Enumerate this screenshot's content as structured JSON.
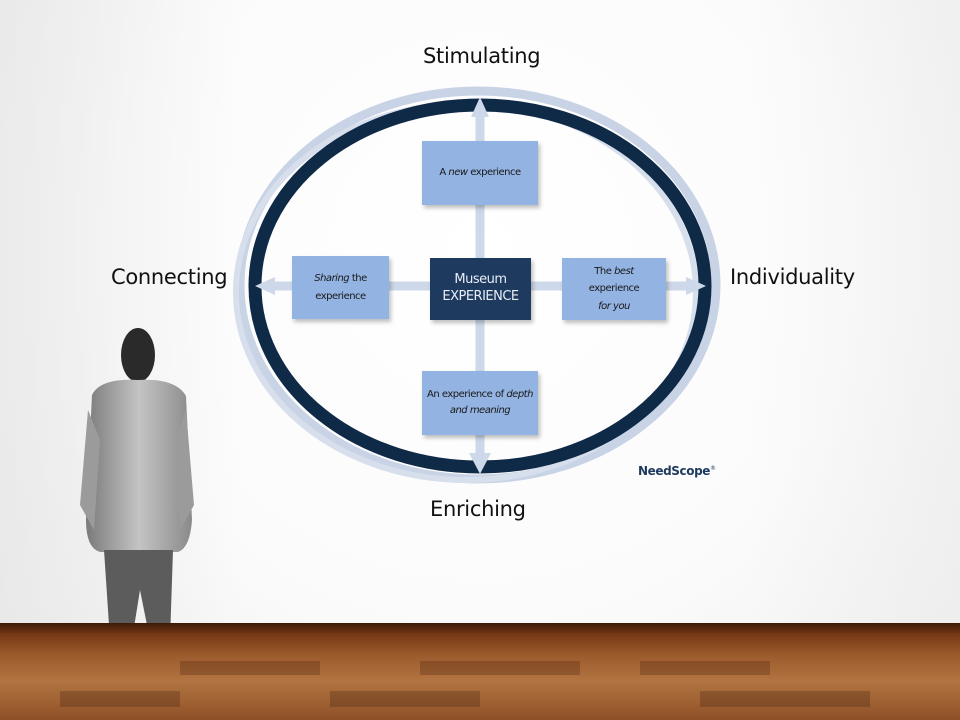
{
  "diagram": {
    "axes": {
      "top": "Stimulating",
      "bottom": "Enriching",
      "left": "Connecting",
      "right": "Individuality"
    },
    "center": {
      "line1": "Museum",
      "line2": "EXPERIENCE"
    },
    "boxes": {
      "top": {
        "pre": "A ",
        "em": "new",
        "post": " experience"
      },
      "left": {
        "em": "Sharing",
        "post": " the",
        "line2": "experience"
      },
      "right": {
        "pre": "The ",
        "em": "best",
        "line2": "experience",
        "line3": "for you"
      },
      "bottom": {
        "pre": "An experience of ",
        "em": "depth",
        "line2": "and meaning"
      }
    },
    "brand": "NeedScope",
    "brand_mark": "®"
  },
  "colors": {
    "ellipse": "#0f2a47",
    "ellipse_shadow": "#c9d3e6",
    "arrows": "#cdd8ea",
    "box": "#93b3e2",
    "center_box": "#1e3a5f"
  }
}
